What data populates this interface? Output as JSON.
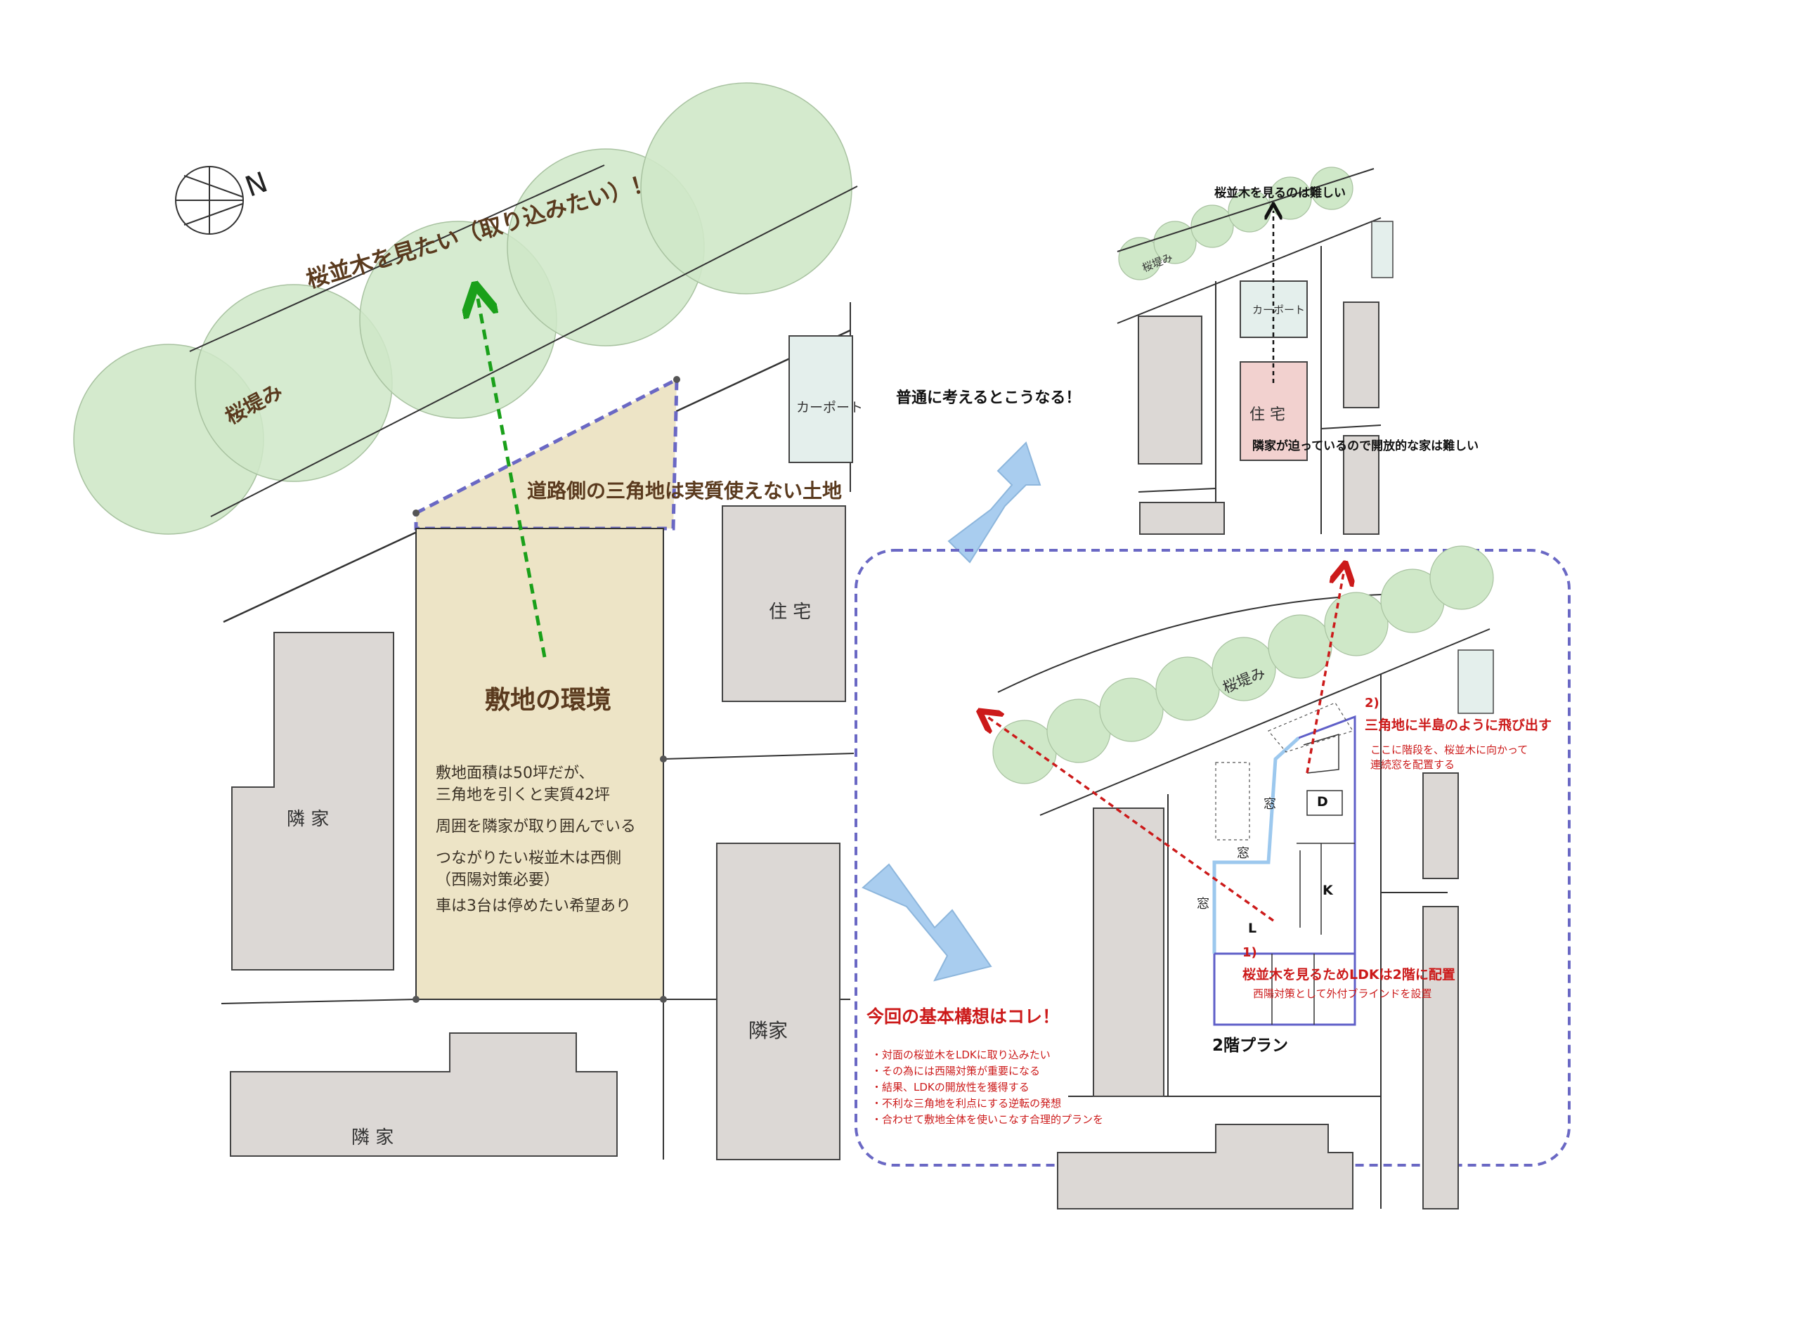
{
  "compass": {
    "north_label": "N"
  },
  "left": {
    "sakura_wish": "桜並木を見たい（取り込みたい）！",
    "embankment": "桜堤み",
    "triangle_note": "道路側の三角地は実質使えない土地",
    "site_title": "敷地の環境",
    "notes": [
      "敷地面積は50坪だが、",
      "三角地を引くと実質42坪",
      "周囲を隣家が取り囲んでいる",
      "つながりたい桜並木は西側",
      "（西陽対策必要）",
      "車は3台は停めたい希望あり"
    ],
    "carport": "カーポート",
    "house": "住 宅",
    "neighbor_left": "隣 家",
    "neighbor_right": "隣家",
    "neighbor_bottom": "隣 家"
  },
  "top_right": {
    "caption": "普通に考えるとこうなる！",
    "view_note": "桜並木を見るのは難しい",
    "embankment": "桜堤み",
    "carport": "カーポート",
    "house": "住 宅",
    "neighbor_note": "隣家が迫っているので開放的な家は難しい"
  },
  "bottom_right": {
    "title": "今回の基本構想はコレ！",
    "bullets": [
      "・対面の桜並木をLDKに取り込みたい",
      "・その為には西陽対策が重要になる",
      "・結果、LDKの開放性を獲得する",
      "・不利な三角地を利点にする逆転の発想",
      "・合わせて敷地全体を使いこなす合理的プランを"
    ],
    "embankment": "桜堤み",
    "point2_num": "2)",
    "point2": "三角地に半島のように飛び出す",
    "point2_sub1": "ここに階段を、桜並木に向かって",
    "point2_sub2": "連続窓を配置する",
    "point1_num": "1)",
    "point1": "桜並木を見るためLDKは2階に配置",
    "point1_sub": "西陽対策として外付ブラインドを設置",
    "plan_label": "2階プラン",
    "window": "窓",
    "room_d": "D",
    "room_k": "K",
    "room_l": "L"
  },
  "colors": {
    "tree_fill": "#cfe8c8",
    "site_fill": "#ede4c6",
    "house_fill": "#dcd8d5",
    "carport_fill": "#e4efec",
    "dashed_border": "#6a68c4",
    "green_arrow": "#1aa01a",
    "red_accent": "#cc1a1a",
    "blue_arrow": "#a9cdef",
    "plan_outline": "#5f5fc8",
    "plan_light": "#9cc8ee",
    "pink_house": "#f2d1cf"
  }
}
